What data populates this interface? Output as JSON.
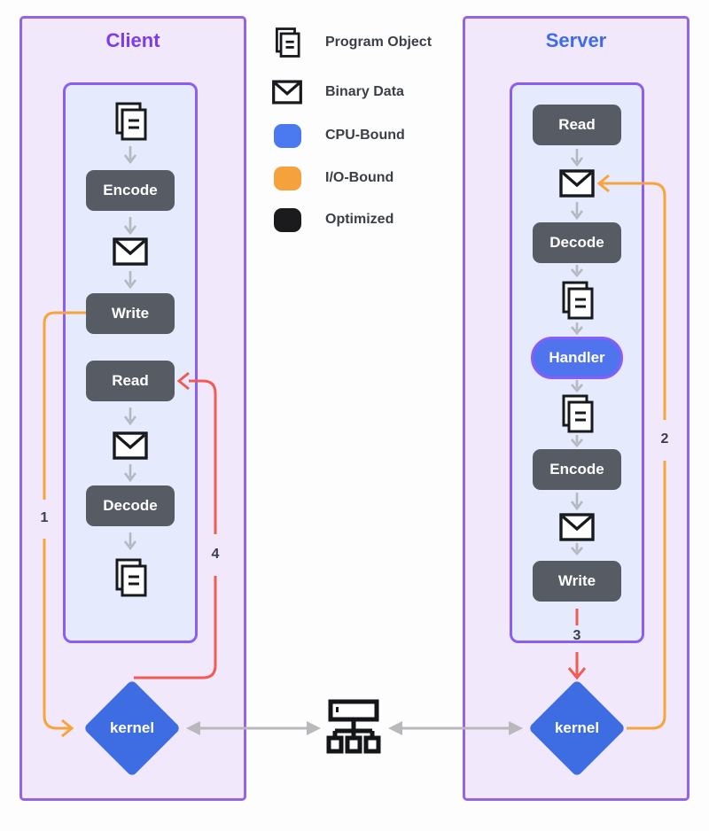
{
  "client": {
    "title": "Client",
    "steps": {
      "encode": "Encode",
      "write": "Write",
      "read": "Read",
      "decode": "Decode"
    },
    "kernel_label": "kernel",
    "flow": [
      "program-object",
      "Encode",
      "binary-data",
      "Write",
      "Read",
      "binary-data",
      "Decode",
      "program-object"
    ]
  },
  "server": {
    "title": "Server",
    "steps": {
      "read": "Read",
      "decode": "Decode",
      "handler": "Handler",
      "encode": "Encode",
      "write": "Write"
    },
    "kernel_label": "kernel",
    "flow": [
      "Read",
      "binary-data",
      "Decode",
      "program-object",
      "Handler",
      "program-object",
      "Encode",
      "binary-data",
      "Write"
    ]
  },
  "legend": {
    "items": [
      {
        "icon": "program-object-icon",
        "label": "Program Object"
      },
      {
        "icon": "binary-data-icon",
        "label": "Binary Data"
      },
      {
        "icon": "cpu-bound-swatch",
        "label": "CPU-Bound"
      },
      {
        "icon": "io-bound-swatch",
        "label": "I/O-Bound"
      },
      {
        "icon": "optimized-swatch",
        "label": "Optimized"
      }
    ]
  },
  "flow_labels": {
    "n1": "1",
    "n2": "2",
    "n3": "3",
    "n4": "4"
  },
  "connections": [
    {
      "id": "1",
      "from": "client-write",
      "to": "client-kernel",
      "color": "#f7a43c"
    },
    {
      "id": "2",
      "from": "server-kernel",
      "to": "server-binary-data-in",
      "color": "#f7a43c"
    },
    {
      "id": "3",
      "from": "server-write",
      "to": "server-kernel",
      "color": "#f15b55"
    },
    {
      "id": "4",
      "from": "client-kernel",
      "to": "client-read",
      "color": "#f15b55"
    }
  ],
  "colors": {
    "panel_fill": "#f1e9fb",
    "inner_fill": "#e5eafc",
    "panel_border": "#9565e0",
    "client_title": "#7c3bec",
    "server_title": "#3e6be8",
    "step_box": "#565b64",
    "handler_fill": "#4f74ee",
    "handler_border": "#8b5cf6",
    "kernel_fill": "#3e6ce2",
    "cpu_bound": "#4b79ef",
    "io_bound": "#f5a13c",
    "optimized": "#1b1b1d",
    "red_line": "#f15b55",
    "orange_line": "#f7a43c",
    "gray_arrow": "#b9b9bd"
  }
}
